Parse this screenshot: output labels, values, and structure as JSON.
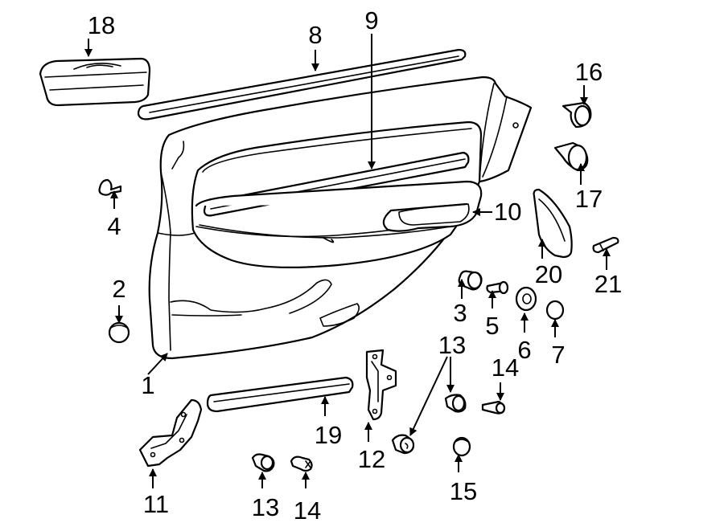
{
  "callouts": {
    "c1": "1",
    "c2": "2",
    "c3": "3",
    "c4": "4",
    "c5": "5",
    "c6": "6",
    "c7": "7",
    "c8": "8",
    "c9": "9",
    "c10": "10",
    "c11": "11",
    "c12": "12",
    "c13a": "13",
    "c13b": "13",
    "c14a": "14",
    "c14b": "14",
    "c15": "15",
    "c16": "16",
    "c17": "17",
    "c18": "18",
    "c19": "19",
    "c20": "20",
    "c21": "21"
  }
}
